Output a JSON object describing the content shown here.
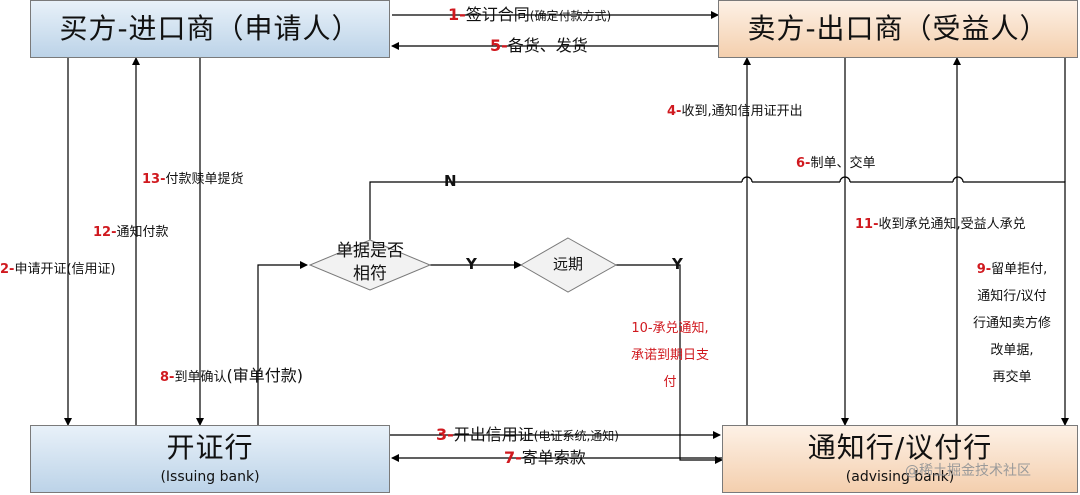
{
  "nodes": {
    "buyer": "买方-进口商（申请人）",
    "seller": "卖方-出口商（受益人）",
    "issuing_bank": "开证行",
    "issuing_bank_en": "(Issuing bank)",
    "advising_bank": "通知行/议付行",
    "advising_bank_en": "(advising bank)",
    "decision_docs": [
      "单据是否",
      "相符"
    ],
    "decision_term": "远期"
  },
  "branches": {
    "no": "N",
    "yes1": "Y",
    "yes2": "Y"
  },
  "steps": {
    "s1": {
      "num": "1-",
      "text": "签订合同",
      "note": "(确定付款方式)"
    },
    "s2": {
      "num": "2-",
      "text": "申请开证",
      "note": "(信用证)"
    },
    "s3": {
      "num": "3-",
      "text": "开出信用证",
      "note": "(电证系统,通知)"
    },
    "s4": {
      "num": "4-",
      "text": "收到,通知信用证开出"
    },
    "s5": {
      "num": "5-",
      "text": "备货、发货"
    },
    "s6": {
      "num": "6-",
      "text": "制单、交单"
    },
    "s7": {
      "num": "7-",
      "text": "寄单索款"
    },
    "s8": {
      "num": "8-",
      "text": "到单确认",
      "note": "(审单付款)"
    },
    "s9": {
      "num": "9-",
      "lines": [
        "留单拒付,",
        "通知行/议付",
        "行通知卖方修",
        "改单据,",
        "再交单"
      ]
    },
    "s10": {
      "lines": [
        "10-承兑通知,",
        "承诺到期日支",
        "付"
      ]
    },
    "s11": {
      "num": "11-",
      "text": "收到承兑通知,受益人承兑"
    },
    "s12": {
      "num": "12-",
      "text": "通知付款"
    },
    "s13": {
      "num": "13-",
      "text": "付款赎单提货"
    }
  },
  "watermark": "@稀土掘金技术社区"
}
